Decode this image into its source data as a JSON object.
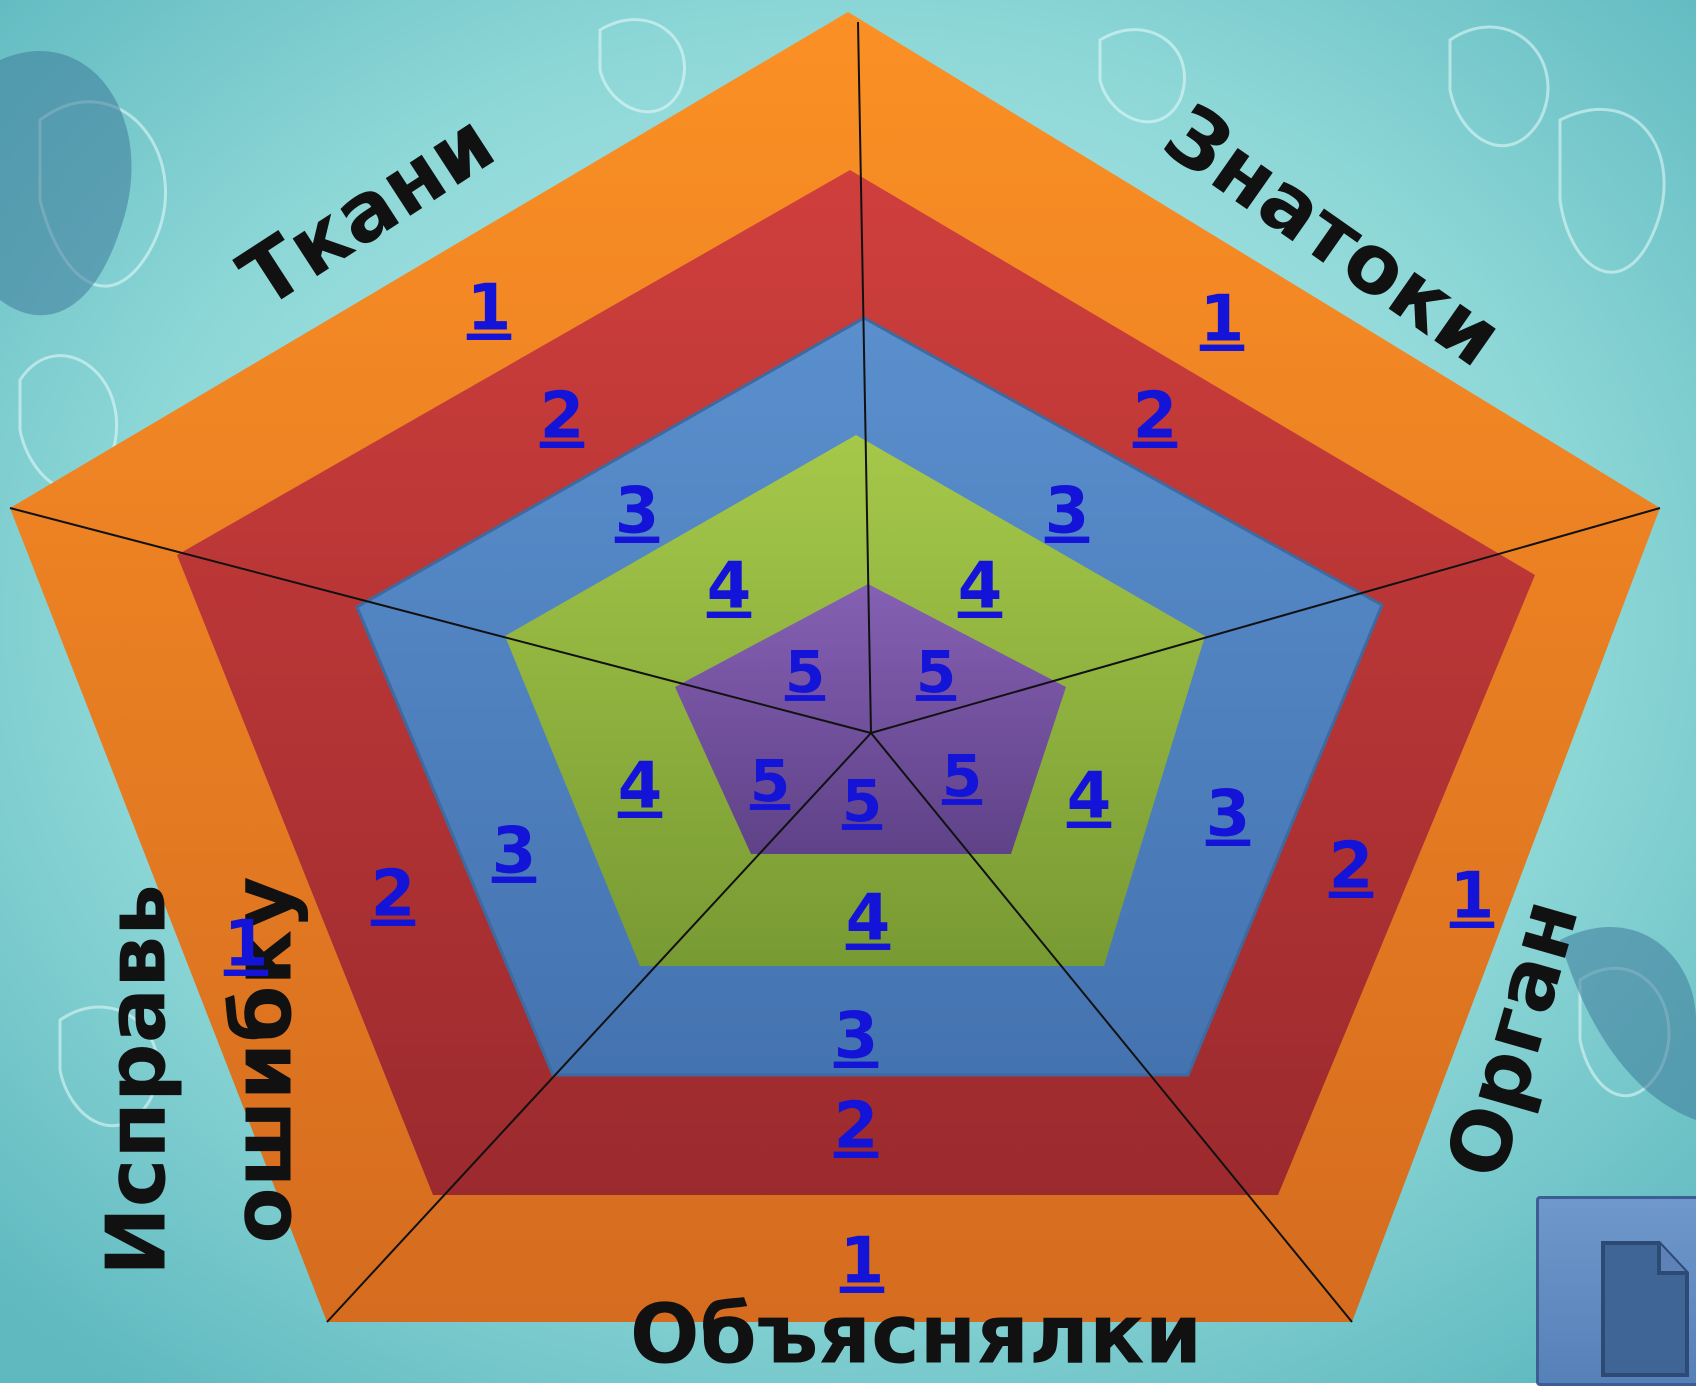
{
  "colors": {
    "background": "#8ed6d6",
    "ring_orange": "#f28a22",
    "ring_red": "#c0393a",
    "ring_blue": "#4f82c0",
    "ring_green": "#93bb3d",
    "ring_purple": "#7451a0",
    "link_blue": "#1414d8"
  },
  "categories": {
    "tkani": "Ткани",
    "znatoki": "Знатоки",
    "organ": "Орган",
    "obyasnyalki": "Объяснялки",
    "isprav_line1": "Исправь",
    "isprav_line2": "ошибку"
  },
  "cells": {
    "tkani": [
      "1",
      "2",
      "3",
      "4",
      "5"
    ],
    "znatoki": [
      "1",
      "2",
      "3",
      "4",
      "5"
    ],
    "organ": [
      "1",
      "2",
      "3",
      "4",
      "5"
    ],
    "obyasnyalki": [
      "1",
      "2",
      "3",
      "4",
      "5"
    ],
    "isprav": [
      "1",
      "2",
      "3",
      "4",
      "5"
    ]
  },
  "nav": {
    "document_icon": "document-icon"
  }
}
